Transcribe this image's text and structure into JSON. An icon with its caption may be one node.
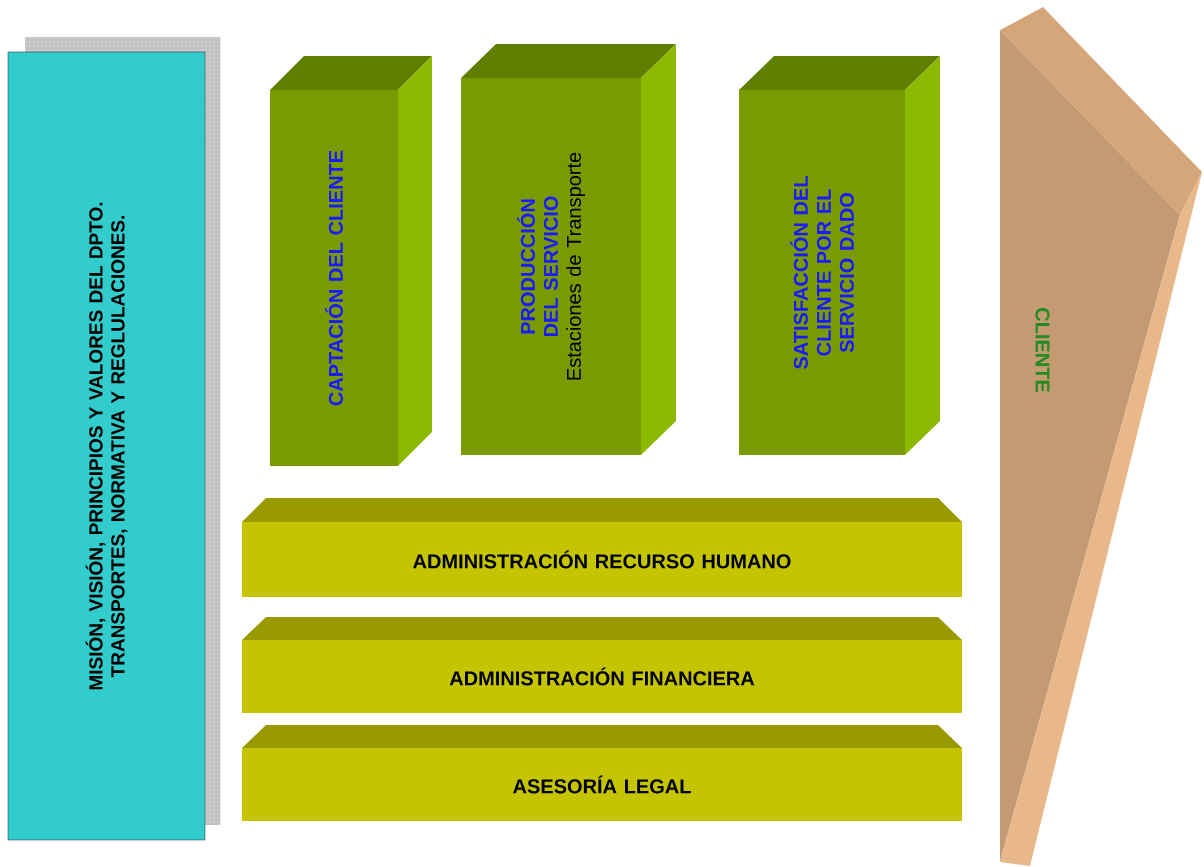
{
  "diagram": {
    "nodes": [
      {
        "text": [
          "MISIÓN, VISIÓN, PRINCIPIOS Y VALORES DEL DPTO. TRANSPORTES, NORMATIVA Y REGLULACIONES."
        ]
      },
      {
        "text": [
          "CAPTACIÓN DEL CLIENTE"
        ]
      },
      {
        "text": [
          "PRODUCCIÓN DEL SERVICIO",
          "Estaciones de Transporte"
        ]
      },
      {
        "text": [
          "SATISFACCIÓN DEL CLIENTE POR EL SERVICIO DADO"
        ]
      },
      {
        "text": [
          "ADMINISTRACIÓN RECURSO HUMANO"
        ]
      },
      {
        "text": [
          "ADMINISTRACIÓN FINANCIERA"
        ]
      },
      {
        "text": [
          "ASESORÍA LEGAL"
        ]
      },
      {
        "text": [
          "CLIENTE"
        ]
      }
    ]
  }
}
